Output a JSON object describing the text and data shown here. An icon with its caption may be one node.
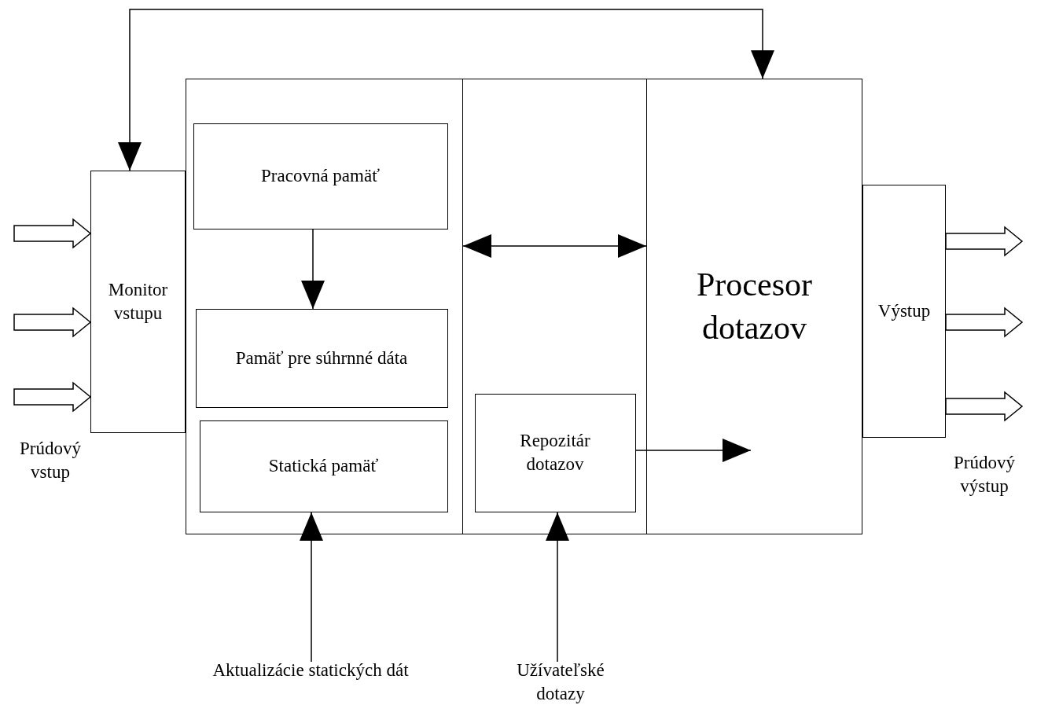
{
  "diagram": {
    "nodes": [
      {
        "text": [
          "Monitor vstupu"
        ]
      },
      {
        "text": [],
        "shape": "box"
      },
      {
        "text": [
          "Pracovná pamäť"
        ],
        "in": 1
      },
      {
        "text": [
          "Pamäť pre súhrnné dáta"
        ],
        "in": 1
      },
      {
        "text": [
          "Statická pamäť"
        ],
        "in": 1
      },
      {
        "text": [],
        "shape": "box"
      },
      {
        "text": [
          "Repozitár dotazov"
        ],
        "in": 5
      },
      {
        "text": [
          "Procesor dotazov"
        ]
      },
      {
        "text": [
          "Výstup"
        ]
      },
      {
        "text": [
          "Aktualizácie statických dát"
        ]
      },
      {
        "text": [
          "Užívateľské dotazy"
        ]
      }
    ],
    "edges": [
      {
        "from": 7,
        "to": 0,
        "arrow": "both"
      },
      {
        "from": 1,
        "to": 7,
        "arrow": "both"
      },
      {
        "from": 2,
        "to": 3,
        "arrow": "to"
      },
      {
        "from": 6,
        "to": 7,
        "arrow": "to"
      },
      {
        "from": 9,
        "to": 4,
        "arrow": "to"
      },
      {
        "from": 10,
        "to": 6,
        "arrow": "to"
      },
      {
        "from": null,
        "to": 0,
        "arrow": "to",
        "style": "thick"
      },
      {
        "from": null,
        "to": 0,
        "arrow": "to",
        "style": "thick"
      },
      {
        "from": null,
        "to": 0,
        "arrow": "to",
        "style": "thick"
      },
      {
        "from": 8,
        "to": null,
        "arrow": "to",
        "style": "thick"
      },
      {
        "from": 8,
        "to": null,
        "arrow": "to",
        "style": "thick"
      },
      {
        "from": 8,
        "to": null,
        "arrow": "to",
        "style": "thick"
      }
    ],
    "labels": [
      "Prúdový vstup",
      "Prúdový výstup"
    ]
  }
}
